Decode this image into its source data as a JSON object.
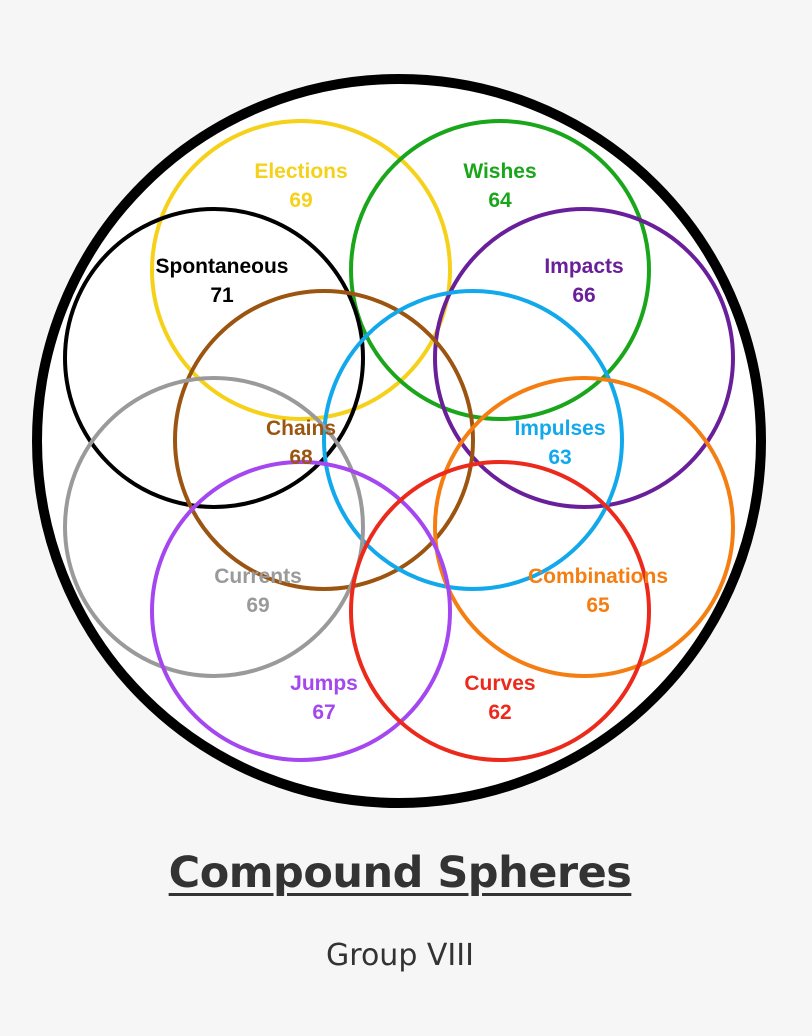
{
  "title": "Compound Spheres",
  "subtitle": "Group VIII",
  "diagram": {
    "outer_color": "#000000",
    "spheres": [
      {
        "name": "Elections",
        "value": "69",
        "color": "#f6d11a"
      },
      {
        "name": "Wishes",
        "value": "64",
        "color": "#1aa61a"
      },
      {
        "name": "Spontaneous",
        "value": "71",
        "color": "#000000"
      },
      {
        "name": "Impacts",
        "value": "66",
        "color": "#6a1f9a"
      },
      {
        "name": "Chains",
        "value": "68",
        "color": "#9c5510"
      },
      {
        "name": "Impulses",
        "value": "63",
        "color": "#12a8ec"
      },
      {
        "name": "Currents",
        "value": "69",
        "color": "#9a9a9a"
      },
      {
        "name": "Combinations",
        "value": "65",
        "color": "#f57e12"
      },
      {
        "name": "Jumps",
        "value": "67",
        "color": "#a547f0"
      },
      {
        "name": "Curves",
        "value": "62",
        "color": "#ec2a1c"
      }
    ]
  }
}
